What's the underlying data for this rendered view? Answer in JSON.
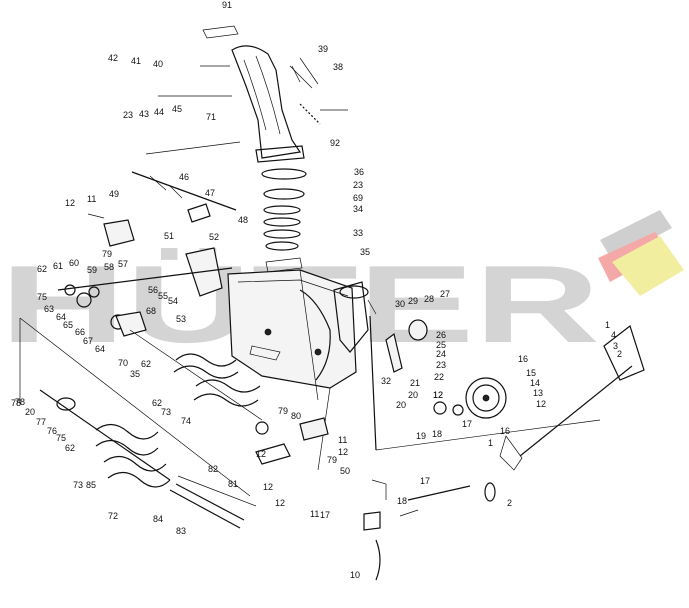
{
  "diagram": {
    "watermark": {
      "text": "HÜTER",
      "logo_colors": [
        "#c8c8c8",
        "#f4a8a8",
        "#f4f0a0"
      ]
    },
    "callouts": [
      "91",
      "39",
      "38",
      "42",
      "41",
      "40",
      "45",
      "44",
      "43",
      "23",
      "71",
      "92",
      "36",
      "46",
      "47",
      "12",
      "11",
      "49",
      "23",
      "69",
      "34",
      "48",
      "33",
      "35",
      "51",
      "52",
      "79",
      "62",
      "61",
      "60",
      "59",
      "57",
      "58",
      "56",
      "55",
      "54",
      "53",
      "75",
      "63",
      "64",
      "65",
      "66",
      "67",
      "68",
      "64",
      "70",
      "35",
      "62",
      "62",
      "73",
      "74",
      "78",
      "20",
      "77",
      "76",
      "75",
      "62",
      "12",
      "30",
      "29",
      "28",
      "27",
      "26",
      "25",
      "24",
      "23",
      "32",
      "22",
      "21",
      "20",
      "12",
      "20",
      "16",
      "15",
      "14",
      "13",
      "12",
      "1",
      "4",
      "3",
      "2",
      "19",
      "18",
      "17",
      "12",
      "11",
      "12",
      "79",
      "50",
      "82",
      "81",
      "84",
      "83",
      "85",
      "72",
      "73",
      "78",
      "79",
      "80",
      "12",
      "11",
      "12",
      "17",
      "18",
      "17",
      "2",
      "1",
      "16",
      "10"
    ]
  }
}
